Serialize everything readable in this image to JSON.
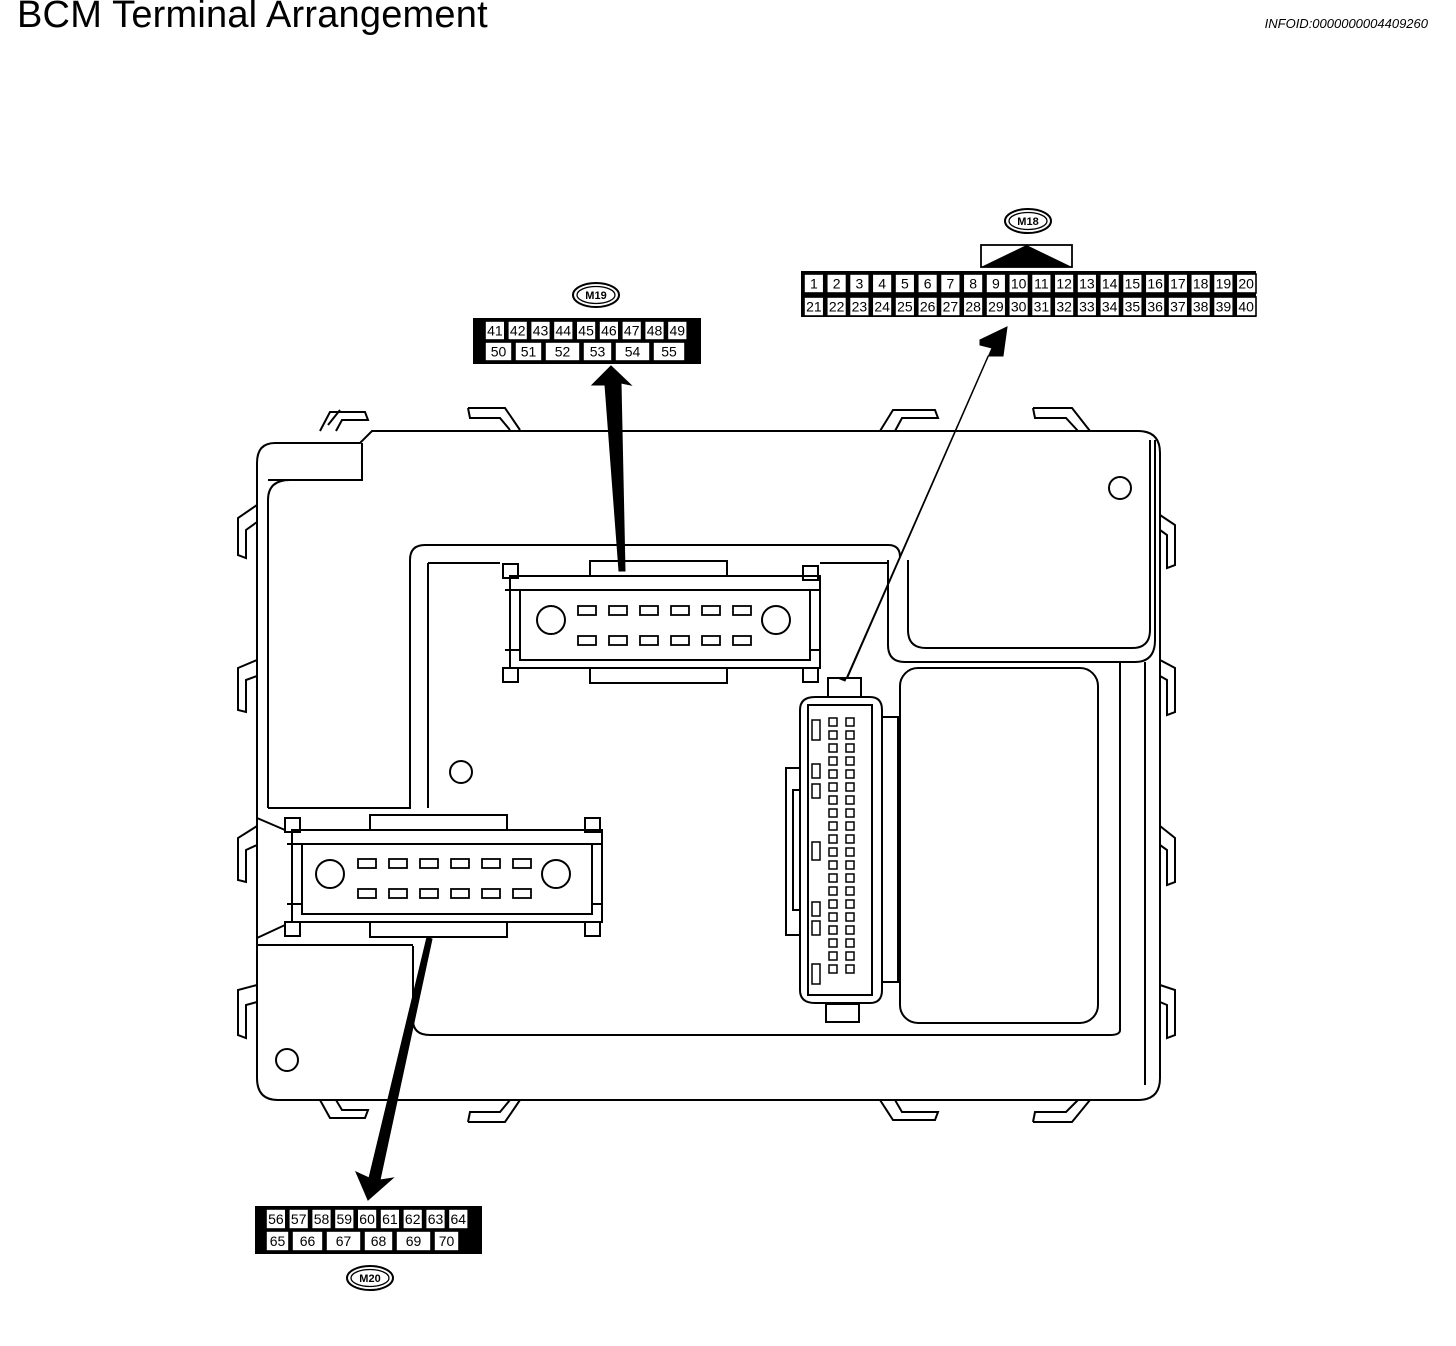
{
  "title": "BCM Terminal Arrangement",
  "info_id": "INFOID:0000000004409260",
  "connectors": [
    {
      "id": "M18",
      "label": "M18",
      "rows": [
        [
          "1",
          "2",
          "3",
          "4",
          "5",
          "6",
          "7",
          "8",
          "9",
          "10",
          "11",
          "12",
          "13",
          "14",
          "15",
          "16",
          "17",
          "18",
          "19",
          "20"
        ],
        [
          "21",
          "22",
          "23",
          "24",
          "25",
          "26",
          "27",
          "28",
          "29",
          "30",
          "31",
          "32",
          "33",
          "34",
          "35",
          "36",
          "37",
          "38",
          "39",
          "40"
        ]
      ]
    },
    {
      "id": "M19",
      "label": "M19",
      "rows": [
        [
          "41",
          "42",
          "43",
          "44",
          "45",
          "46",
          "47",
          "48",
          "49"
        ],
        [
          "50",
          "51",
          "52",
          "53",
          "54",
          "55"
        ]
      ]
    },
    {
      "id": "M20",
      "label": "M20",
      "rows": [
        [
          "56",
          "57",
          "58",
          "59",
          "60",
          "61",
          "62",
          "63",
          "64"
        ],
        [
          "65",
          "66",
          "67",
          "68",
          "69",
          "70"
        ]
      ]
    }
  ]
}
